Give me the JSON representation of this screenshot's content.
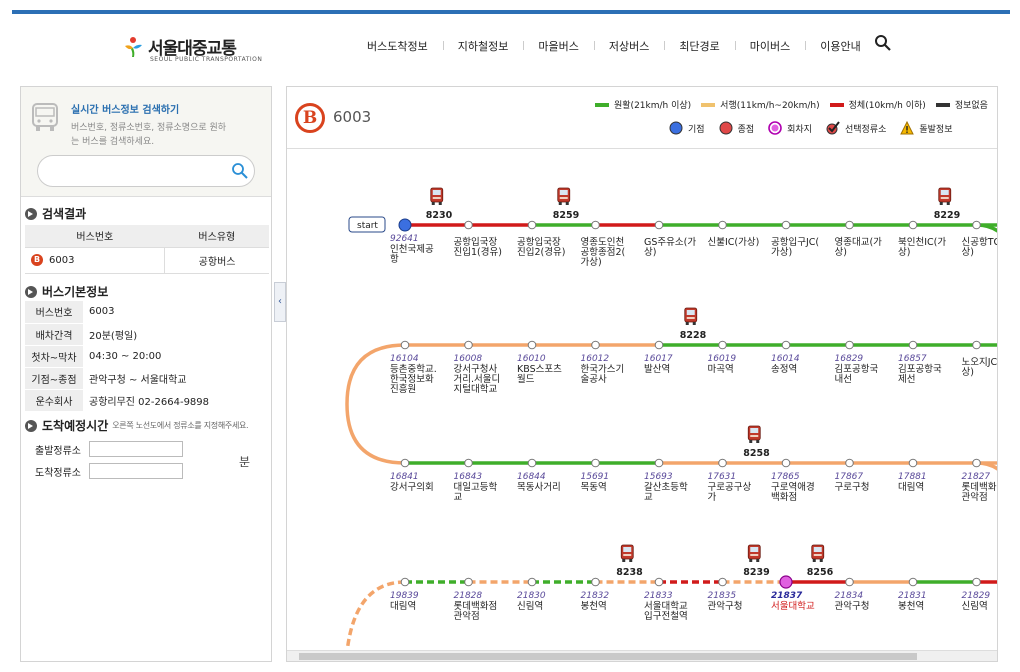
{
  "header": {
    "logo_text": "서울대중교통",
    "logo_sub": "SEOUL PUBLIC TRANSPORTATION",
    "nav": [
      "버스도착정보",
      "지하철정보",
      "마을버스",
      "저상버스",
      "최단경로",
      "마이버스",
      "이용안내"
    ]
  },
  "search": {
    "title": "실시간 버스정보 검색하기",
    "desc": "버스번호, 정류소번호, 정류소명으로 원하는 버스를 검색하세요.",
    "input_value": ""
  },
  "results": {
    "title": "검색결과",
    "col_number": "버스번호",
    "col_type": "버스유형",
    "badge": "B",
    "row_number": "6003",
    "row_type": "공항버스"
  },
  "info": {
    "title": "버스기본정보",
    "rows": [
      {
        "k": "버스번호",
        "v": "6003"
      },
      {
        "k": "배차간격",
        "v": "20분(평일)"
      },
      {
        "k": "첫차~막차",
        "v": "04:30 ~ 20:00"
      },
      {
        "k": "기점~종점",
        "v": "관악구청 ~ 서울대학교"
      },
      {
        "k": "운수회사",
        "v": "공항리무진 02-2664-9898"
      }
    ]
  },
  "arrival": {
    "title": "도착예정시간",
    "note": "오른쪽 노선도에서 정류소를 지정해주세요.",
    "from_label": "출발정류소",
    "to_label": "도착정류소",
    "unit": "분"
  },
  "route": {
    "badge": "B",
    "number": "6003",
    "start_label": "start"
  },
  "legend": {
    "traffic": [
      {
        "label": "원활(21km/h 이상)",
        "color": "#3fae2a"
      },
      {
        "label": "서행(11km/h~20km/h)",
        "color": "#f0c26e"
      },
      {
        "label": "정체(10km/h 이하)",
        "color": "#d11a1a"
      },
      {
        "label": "정보없음",
        "color": "#333333"
      }
    ],
    "symbols": [
      "기점",
      "종점",
      "회차지",
      "선택정류소",
      "돌발정보"
    ]
  },
  "colors": {
    "green": "#3fae2a",
    "orange": "#f3a56b",
    "red": "#d11a1a",
    "accent": "#2a6fb0",
    "bus_badge": "#d9431e"
  },
  "rows": [
    {
      "stops": [
        {
          "code": "92641",
          "name": [
            "인천국제공",
            "항"
          ]
        },
        {
          "code": "",
          "name": [
            "공항입국장",
            "진입1(경유)"
          ]
        },
        {
          "code": "",
          "name": [
            "공항입국장",
            "진입2(경유)"
          ]
        },
        {
          "code": "",
          "name": [
            "영종도인천",
            "공항종점2(",
            "가상)"
          ]
        },
        {
          "code": "",
          "name": [
            "GS주유소(가",
            "상)"
          ]
        },
        {
          "code": "",
          "name": [
            "신불IC(가상)"
          ]
        },
        {
          "code": "",
          "name": [
            "공항입구JC(",
            "가상)"
          ]
        },
        {
          "code": "",
          "name": [
            "영종대교(가",
            "상)"
          ]
        },
        {
          "code": "",
          "name": [
            "북인천IC(가",
            "상)"
          ]
        },
        {
          "code": "",
          "name": [
            "신공항TG(가",
            "상)"
          ]
        }
      ],
      "buses": [
        {
          "id": "8230",
          "at": 0.5
        },
        {
          "id": "8259",
          "at": 2.5
        },
        {
          "id": "8229",
          "at": 8.5
        }
      ]
    },
    {
      "stops": [
        {
          "code": "16104",
          "name": [
            "등촌중학교.",
            "한국정보화",
            "진흥원"
          ]
        },
        {
          "code": "16008",
          "name": [
            "강서구청사",
            "거리.서울디",
            "지털대학교"
          ]
        },
        {
          "code": "16010",
          "name": [
            "KBS스포츠",
            "월드"
          ]
        },
        {
          "code": "16012",
          "name": [
            "한국가스기",
            "술공사"
          ]
        },
        {
          "code": "16017",
          "name": [
            "발산역"
          ]
        },
        {
          "code": "16019",
          "name": [
            "마곡역"
          ]
        },
        {
          "code": "16014",
          "name": [
            "송정역"
          ]
        },
        {
          "code": "16829",
          "name": [
            "김포공항국",
            "내선"
          ]
        },
        {
          "code": "16857",
          "name": [
            "김포공항국",
            "제선"
          ]
        },
        {
          "code": "",
          "name": [
            "노오지JC(가",
            "상)"
          ]
        }
      ],
      "buses": [
        {
          "id": "8228",
          "at": 4.5
        }
      ]
    },
    {
      "stops": [
        {
          "code": "16841",
          "name": [
            "강서구의회"
          ]
        },
        {
          "code": "16843",
          "name": [
            "대일고등학",
            "교"
          ]
        },
        {
          "code": "16844",
          "name": [
            "목동사거리"
          ]
        },
        {
          "code": "15691",
          "name": [
            "목동역"
          ]
        },
        {
          "code": "15693",
          "name": [
            "갈산초등학",
            "교"
          ]
        },
        {
          "code": "17631",
          "name": [
            "구로공구상",
            "가"
          ]
        },
        {
          "code": "17865",
          "name": [
            "구로역애경",
            "백화점"
          ]
        },
        {
          "code": "17867",
          "name": [
            "구로구청"
          ]
        },
        {
          "code": "17881",
          "name": [
            "대림역"
          ]
        },
        {
          "code": "21827",
          "name": [
            "롯데백화점",
            "관악점"
          ]
        }
      ],
      "buses": [
        {
          "id": "8258",
          "at": 5.5
        }
      ]
    },
    {
      "stops": [
        {
          "code": "19839",
          "name": [
            "대림역"
          ]
        },
        {
          "code": "21828",
          "name": [
            "롯데백화점",
            "관악점"
          ]
        },
        {
          "code": "21830",
          "name": [
            "신림역"
          ]
        },
        {
          "code": "21832",
          "name": [
            "봉천역"
          ]
        },
        {
          "code": "21833",
          "name": [
            "서울대학교",
            "입구전철역"
          ]
        },
        {
          "code": "21835",
          "name": [
            "관악구청"
          ]
        },
        {
          "code": "21837",
          "name": [
            "서울대학교"
          ],
          "terminal": true
        },
        {
          "code": "21834",
          "name": [
            "관악구청"
          ]
        },
        {
          "code": "21831",
          "name": [
            "봉천역"
          ]
        },
        {
          "code": "21829",
          "name": [
            "신림역"
          ]
        }
      ],
      "buses": [
        {
          "id": "8238",
          "at": 3.5
        },
        {
          "id": "8239",
          "at": 5.5
        },
        {
          "id": "8256",
          "at": 6.5
        }
      ]
    }
  ]
}
